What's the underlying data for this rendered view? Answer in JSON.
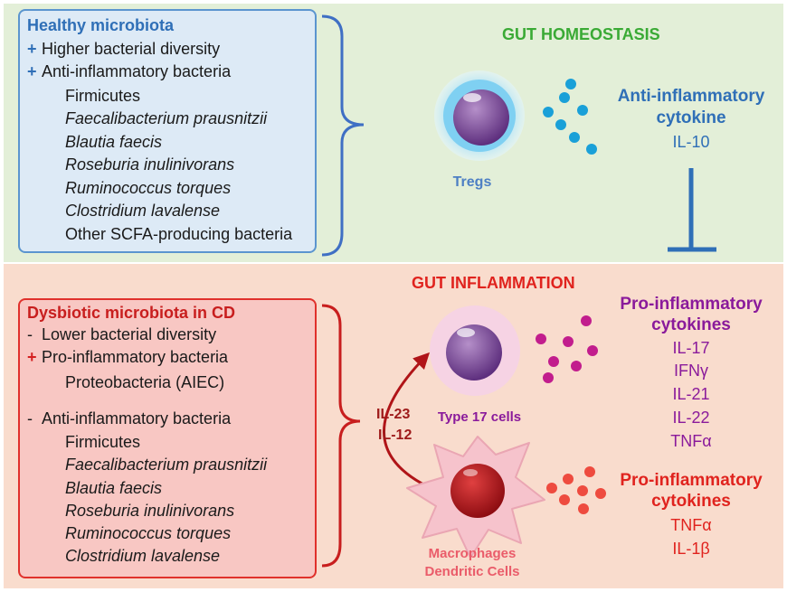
{
  "healthy": {
    "title": "Healthy microbiota",
    "points": [
      {
        "sign": "+",
        "text": "Higher bacterial diversity"
      },
      {
        "sign": "+",
        "text": "Anti-inflammatory bacteria"
      }
    ],
    "bacteria": [
      "Firmicutes",
      "Faecalibacterium prausnitzii",
      "Blautia faecis",
      "Roseburia inulinivorans",
      "Ruminococcus torques",
      "Clostridium lavalense",
      "Other SCFA-producing bacteria"
    ]
  },
  "homeostasis": {
    "heading": "GUT HOMEOSTASIS",
    "cell_label": "Tregs",
    "cytokine_title_1": "Anti-inflammatory",
    "cytokine_title_2": "cytokine",
    "cytokine": "IL-10"
  },
  "dysbiotic": {
    "title": "Dysbiotic microbiota in CD",
    "point_1": {
      "sign": "-",
      "text": "Lower bacterial diversity"
    },
    "point_2": {
      "sign": "+",
      "text": "Pro-inflammatory bacteria"
    },
    "pro_bacteria": "Proteobacteria (AIEC)",
    "point_3": {
      "sign": "-",
      "text": "Anti-inflammatory bacteria"
    },
    "bacteria": [
      "Firmicutes",
      "Faecalibacterium prausnitzii",
      "Blautia faecis",
      "Roseburia inulinivorans",
      "Ruminococcus torques",
      "Clostridium lavalense"
    ]
  },
  "inflammation": {
    "heading": "GUT INFLAMMATION",
    "arrow_labels": [
      "IL-23",
      "IL-12"
    ],
    "type17_label": "Type 17 cells",
    "macrophage_label_1": "Macrophages",
    "macrophage_label_2": "Dendritic Cells",
    "type17_cytokines_title_1": "Pro-inflammatory",
    "type17_cytokines_title_2": "cytokines",
    "type17_cytokines": [
      "IL-17",
      "IFNγ",
      "IL-21",
      "IL-22",
      "TNFα"
    ],
    "macro_cytokines_title_1": "Pro-inflammatory",
    "macro_cytokines_title_2": "cytokines",
    "macro_cytokines": [
      "TNFα",
      "IL-1β"
    ]
  },
  "colors": {
    "blue": "#2f6fb7",
    "red": "#c81e1e",
    "purple": "#8a1a9b",
    "green": "#3aaa35"
  }
}
